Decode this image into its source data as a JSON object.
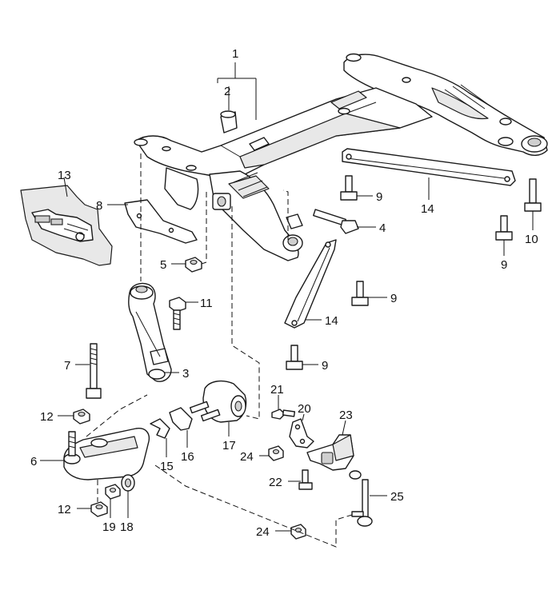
{
  "diagram": {
    "callouts": {
      "c1": "1",
      "c2": "2",
      "c3": "3",
      "c4": "4",
      "c5": "5",
      "c6": "6",
      "c7": "7",
      "c8": "8",
      "c9a": "9",
      "c9b": "9",
      "c9c": "9",
      "c9d": "9",
      "c10": "10",
      "c11": "11",
      "c12a": "12",
      "c12b": "12",
      "c13": "13",
      "c14a": "14",
      "c14b": "14",
      "c15": "15",
      "c16": "16",
      "c17": "17",
      "c18": "18",
      "c19": "19",
      "c20": "20",
      "c21": "21",
      "c22": "22",
      "c23": "23",
      "c24a": "24",
      "c24b": "24",
      "c25": "25"
    },
    "line_color": "#1a1a1a",
    "background": "#ffffff"
  }
}
